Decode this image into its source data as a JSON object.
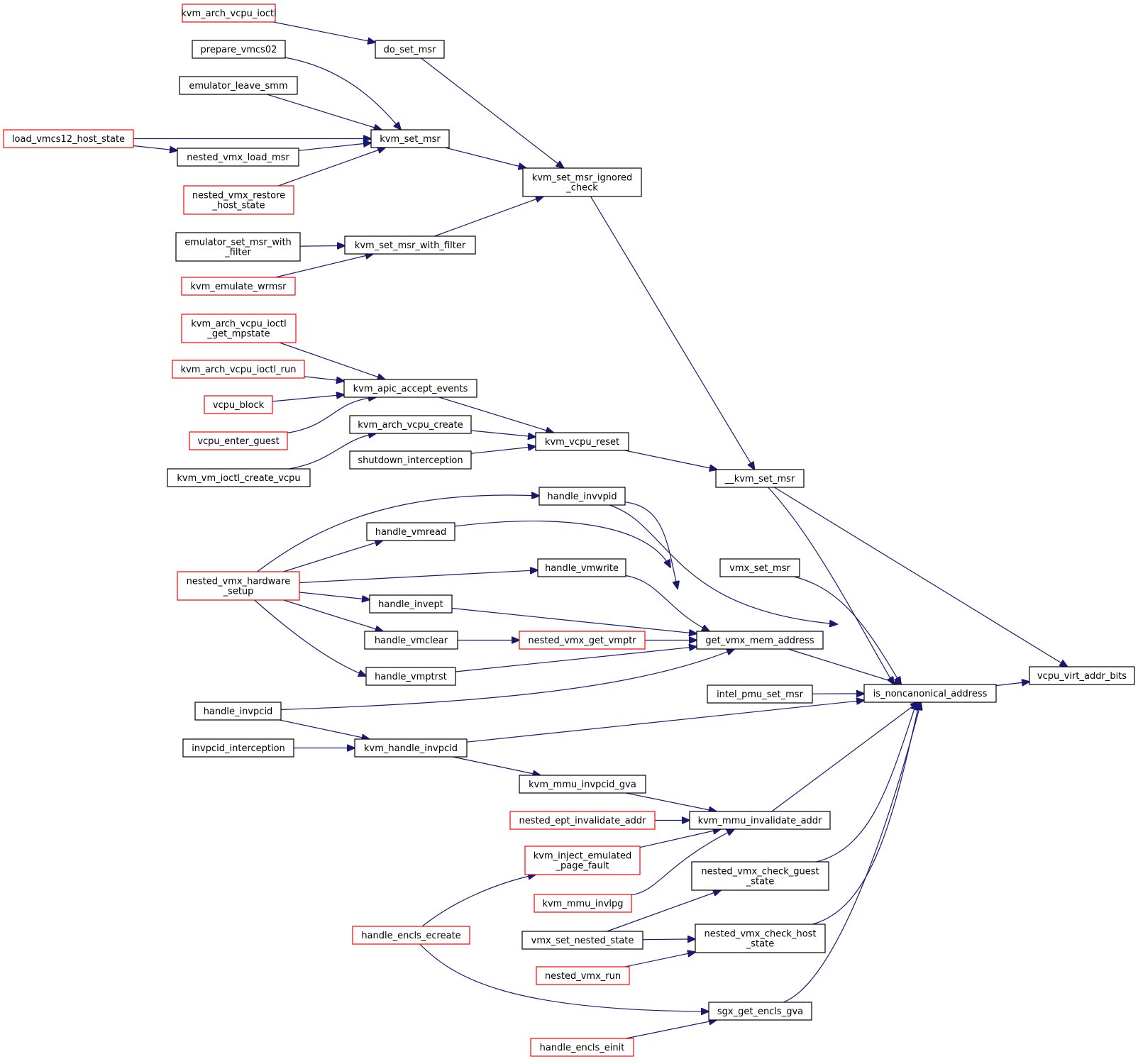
{
  "colors": {
    "edge": "#191970",
    "node_border": "#000000",
    "node_border_truncated": "#ff0000",
    "focus_fill": "#bfbfbf"
  },
  "nodes": {
    "vcpu_virt_addr_bits": {
      "lines": [
        "vcpu_virt_addr_bits"
      ],
      "style": "focus"
    },
    "is_noncanonical_address": {
      "lines": [
        "is_noncanonical_address"
      ],
      "style": "normal"
    },
    "__kvm_set_msr": {
      "lines": [
        "__kvm_set_msr"
      ],
      "style": "normal"
    },
    "vmx_set_msr": {
      "lines": [
        "vmx_set_msr"
      ],
      "style": "normal"
    },
    "get_vmx_mem_address": {
      "lines": [
        "get_vmx_mem_address"
      ],
      "style": "normal"
    },
    "intel_pmu_set_msr": {
      "lines": [
        "intel_pmu_set_msr"
      ],
      "style": "normal"
    },
    "kvm_mmu_invalidate_addr": {
      "lines": [
        "kvm_mmu_invalidate_addr"
      ],
      "style": "normal"
    },
    "nested_vmx_check_guest_state": {
      "lines": [
        "nested_vmx_check_guest",
        "_state"
      ],
      "style": "normal"
    },
    "nested_vmx_check_host_state": {
      "lines": [
        "nested_vmx_check_host",
        "_state"
      ],
      "style": "normal"
    },
    "sgx_get_encls_gva": {
      "lines": [
        "sgx_get_encls_gva"
      ],
      "style": "normal"
    },
    "kvm_set_msr_ignored_check": {
      "lines": [
        "kvm_set_msr_ignored",
        "_check"
      ],
      "style": "normal"
    },
    "kvm_vcpu_reset": {
      "lines": [
        "kvm_vcpu_reset"
      ],
      "style": "normal"
    },
    "handle_invvpid": {
      "lines": [
        "handle_invvpid"
      ],
      "style": "normal"
    },
    "handle_vmwrite": {
      "lines": [
        "handle_vmwrite"
      ],
      "style": "normal"
    },
    "nested_vmx_get_vmptr": {
      "lines": [
        "nested_vmx_get_vmptr"
      ],
      "style": "truncated"
    },
    "kvm_mmu_invpcid_gva": {
      "lines": [
        "kvm_mmu_invpcid_gva"
      ],
      "style": "normal"
    },
    "nested_ept_invalidate_addr": {
      "lines": [
        "nested_ept_invalidate_addr"
      ],
      "style": "truncated"
    },
    "kvm_inject_emulated_page_fault": {
      "lines": [
        "kvm_inject_emulated",
        "_page_fault"
      ],
      "style": "truncated"
    },
    "kvm_mmu_invlpg": {
      "lines": [
        "kvm_mmu_invlpg"
      ],
      "style": "truncated"
    },
    "vmx_set_nested_state": {
      "lines": [
        "vmx_set_nested_state"
      ],
      "style": "normal"
    },
    "nested_vmx_run": {
      "lines": [
        "nested_vmx_run"
      ],
      "style": "truncated"
    },
    "handle_encls_einit": {
      "lines": [
        "handle_encls_einit"
      ],
      "style": "truncated"
    },
    "do_set_msr": {
      "lines": [
        "do_set_msr"
      ],
      "style": "normal"
    },
    "kvm_set_msr": {
      "lines": [
        "kvm_set_msr"
      ],
      "style": "normal"
    },
    "kvm_set_msr_with_filter": {
      "lines": [
        "kvm_set_msr_with_filter"
      ],
      "style": "normal"
    },
    "kvm_apic_accept_events": {
      "lines": [
        "kvm_apic_accept_events"
      ],
      "style": "normal"
    },
    "kvm_arch_vcpu_create": {
      "lines": [
        "kvm_arch_vcpu_create"
      ],
      "style": "normal"
    },
    "shutdown_interception": {
      "lines": [
        "shutdown_interception"
      ],
      "style": "normal"
    },
    "handle_vmread": {
      "lines": [
        "handle_vmread"
      ],
      "style": "normal"
    },
    "handle_invept": {
      "lines": [
        "handle_invept"
      ],
      "style": "normal"
    },
    "handle_vmclear": {
      "lines": [
        "handle_vmclear"
      ],
      "style": "normal"
    },
    "handle_vmptrst": {
      "lines": [
        "handle_vmptrst"
      ],
      "style": "normal"
    },
    "kvm_handle_invpcid": {
      "lines": [
        "kvm_handle_invpcid"
      ],
      "style": "normal"
    },
    "handle_encls_ecreate": {
      "lines": [
        "handle_encls_ecreate"
      ],
      "style": "truncated"
    },
    "kvm_arch_vcpu_ioctl": {
      "lines": [
        "kvm_arch_vcpu_ioctl"
      ],
      "style": "truncated"
    },
    "prepare_vmcs02": {
      "lines": [
        "prepare_vmcs02"
      ],
      "style": "normal"
    },
    "emulator_leave_smm": {
      "lines": [
        "emulator_leave_smm"
      ],
      "style": "normal"
    },
    "nested_vmx_load_msr": {
      "lines": [
        "nested_vmx_load_msr"
      ],
      "style": "normal"
    },
    "nested_vmx_restore_host_state": {
      "lines": [
        "nested_vmx_restore",
        "_host_state"
      ],
      "style": "truncated"
    },
    "emulator_set_msr_with_filter": {
      "lines": [
        "emulator_set_msr_with",
        "_filter"
      ],
      "style": "normal"
    },
    "kvm_emulate_wrmsr": {
      "lines": [
        "kvm_emulate_wrmsr"
      ],
      "style": "truncated"
    },
    "kvm_arch_vcpu_ioctl_get_mpstate": {
      "lines": [
        "kvm_arch_vcpu_ioctl",
        "_get_mpstate"
      ],
      "style": "truncated"
    },
    "kvm_arch_vcpu_ioctl_run": {
      "lines": [
        "kvm_arch_vcpu_ioctl_run"
      ],
      "style": "truncated"
    },
    "vcpu_block": {
      "lines": [
        "vcpu_block"
      ],
      "style": "truncated"
    },
    "vcpu_enter_guest": {
      "lines": [
        "vcpu_enter_guest"
      ],
      "style": "truncated"
    },
    "kvm_vm_ioctl_create_vcpu": {
      "lines": [
        "kvm_vm_ioctl_create_vcpu"
      ],
      "style": "normal"
    },
    "nested_vmx_hardware_setup": {
      "lines": [
        "nested_vmx_hardware",
        "_setup"
      ],
      "style": "truncated"
    },
    "handle_invpcid": {
      "lines": [
        "handle_invpcid"
      ],
      "style": "normal"
    },
    "invpcid_interception": {
      "lines": [
        "invpcid_interception"
      ],
      "style": "normal"
    },
    "load_vmcs12_host_state": {
      "lines": [
        "load_vmcs12_host_state"
      ],
      "style": "truncated"
    }
  },
  "edges": [
    [
      "is_noncanonical_address",
      "vcpu_virt_addr_bits"
    ],
    [
      "__kvm_set_msr",
      "vcpu_virt_addr_bits"
    ],
    [
      "__kvm_set_msr",
      "is_noncanonical_address"
    ],
    [
      "vmx_set_msr",
      "is_noncanonical_address"
    ],
    [
      "get_vmx_mem_address",
      "is_noncanonical_address"
    ],
    [
      "intel_pmu_set_msr",
      "is_noncanonical_address"
    ],
    [
      "kvm_mmu_invalidate_addr",
      "is_noncanonical_address"
    ],
    [
      "nested_vmx_check_guest_state",
      "is_noncanonical_address"
    ],
    [
      "nested_vmx_check_host_state",
      "is_noncanonical_address"
    ],
    [
      "sgx_get_encls_gva",
      "is_noncanonical_address"
    ],
    [
      "handle_invvpid",
      "is_noncanonical_address"
    ],
    [
      "kvm_handle_invpcid",
      "is_noncanonical_address"
    ],
    [
      "kvm_set_msr_ignored_check",
      "__kvm_set_msr"
    ],
    [
      "kvm_vcpu_reset",
      "__kvm_set_msr"
    ],
    [
      "handle_invvpid",
      "get_vmx_mem_address"
    ],
    [
      "handle_vmread",
      "get_vmx_mem_address"
    ],
    [
      "handle_vmwrite",
      "get_vmx_mem_address"
    ],
    [
      "handle_invept",
      "get_vmx_mem_address"
    ],
    [
      "nested_vmx_get_vmptr",
      "get_vmx_mem_address"
    ],
    [
      "handle_vmptrst",
      "get_vmx_mem_address"
    ],
    [
      "handle_invpcid",
      "get_vmx_mem_address"
    ],
    [
      "kvm_mmu_invpcid_gva",
      "kvm_mmu_invalidate_addr"
    ],
    [
      "nested_ept_invalidate_addr",
      "kvm_mmu_invalidate_addr"
    ],
    [
      "kvm_inject_emulated_page_fault",
      "kvm_mmu_invalidate_addr"
    ],
    [
      "kvm_mmu_invlpg",
      "kvm_mmu_invalidate_addr"
    ],
    [
      "vmx_set_nested_state",
      "nested_vmx_check_guest_state"
    ],
    [
      "vmx_set_nested_state",
      "nested_vmx_check_host_state"
    ],
    [
      "nested_vmx_run",
      "nested_vmx_check_host_state"
    ],
    [
      "handle_encls_ecreate",
      "sgx_get_encls_gva"
    ],
    [
      "handle_encls_einit",
      "sgx_get_encls_gva"
    ],
    [
      "do_set_msr",
      "kvm_set_msr_ignored_check"
    ],
    [
      "kvm_set_msr",
      "kvm_set_msr_ignored_check"
    ],
    [
      "kvm_set_msr_with_filter",
      "kvm_set_msr_ignored_check"
    ],
    [
      "kvm_apic_accept_events",
      "kvm_vcpu_reset"
    ],
    [
      "kvm_arch_vcpu_create",
      "kvm_vcpu_reset"
    ],
    [
      "shutdown_interception",
      "kvm_vcpu_reset"
    ],
    [
      "handle_vmclear",
      "nested_vmx_get_vmptr"
    ],
    [
      "kvm_handle_invpcid",
      "kvm_mmu_invpcid_gva"
    ],
    [
      "handle_encls_ecreate",
      "kvm_inject_emulated_page_fault"
    ],
    [
      "kvm_arch_vcpu_ioctl",
      "do_set_msr"
    ],
    [
      "prepare_vmcs02",
      "kvm_set_msr"
    ],
    [
      "emulator_leave_smm",
      "kvm_set_msr"
    ],
    [
      "load_vmcs12_host_state",
      "kvm_set_msr"
    ],
    [
      "nested_vmx_load_msr",
      "kvm_set_msr"
    ],
    [
      "nested_vmx_restore_host_state",
      "kvm_set_msr"
    ],
    [
      "emulator_set_msr_with_filter",
      "kvm_set_msr_with_filter"
    ],
    [
      "kvm_emulate_wrmsr",
      "kvm_set_msr_with_filter"
    ],
    [
      "kvm_arch_vcpu_ioctl_get_mpstate",
      "kvm_apic_accept_events"
    ],
    [
      "kvm_arch_vcpu_ioctl_run",
      "kvm_apic_accept_events"
    ],
    [
      "vcpu_block",
      "kvm_apic_accept_events"
    ],
    [
      "vcpu_enter_guest",
      "kvm_apic_accept_events"
    ],
    [
      "kvm_vm_ioctl_create_vcpu",
      "kvm_arch_vcpu_create"
    ],
    [
      "nested_vmx_hardware_setup",
      "handle_invvpid"
    ],
    [
      "nested_vmx_hardware_setup",
      "handle_vmread"
    ],
    [
      "nested_vmx_hardware_setup",
      "handle_vmwrite"
    ],
    [
      "nested_vmx_hardware_setup",
      "handle_invept"
    ],
    [
      "nested_vmx_hardware_setup",
      "handle_vmclear"
    ],
    [
      "nested_vmx_hardware_setup",
      "handle_vmptrst"
    ],
    [
      "handle_invpcid",
      "kvm_handle_invpcid"
    ],
    [
      "invpcid_interception",
      "kvm_handle_invpcid"
    ],
    [
      "load_vmcs12_host_state",
      "nested_vmx_load_msr"
    ]
  ]
}
